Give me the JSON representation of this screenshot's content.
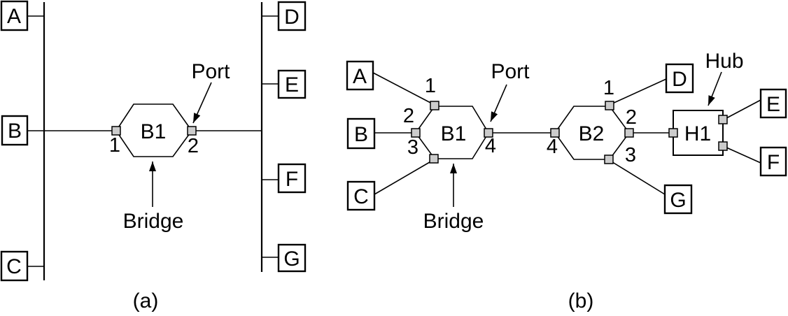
{
  "figure": {
    "panel_a": {
      "caption": "(a)",
      "hosts": {
        "a": "A",
        "b": "B",
        "c": "C",
        "d": "D",
        "e": "E",
        "f": "F",
        "g": "G"
      },
      "bridge_b1": {
        "name": "B1",
        "port_1": "1",
        "port_2": "2"
      },
      "annotations": {
        "port": "Port",
        "bridge": "Bridge"
      }
    },
    "panel_b": {
      "caption": "(b)",
      "hosts": {
        "a": "A",
        "b": "B",
        "c": "C",
        "d": "D",
        "e": "E",
        "f": "F",
        "g": "G"
      },
      "bridge_b1": {
        "name": "B1",
        "port_1": "1",
        "port_2": "2",
        "port_3": "3",
        "port_4": "4"
      },
      "bridge_b2": {
        "name": "B2",
        "port_1": "1",
        "port_2": "2",
        "port_3": "3",
        "port_4": "4"
      },
      "hub_h1": {
        "name": "H1"
      },
      "annotations": {
        "port": "Port",
        "bridge": "Bridge",
        "hub": "Hub"
      }
    },
    "colors": {
      "line": "#000000",
      "port_fill": "#cccccc",
      "background": "#ffffff"
    }
  }
}
